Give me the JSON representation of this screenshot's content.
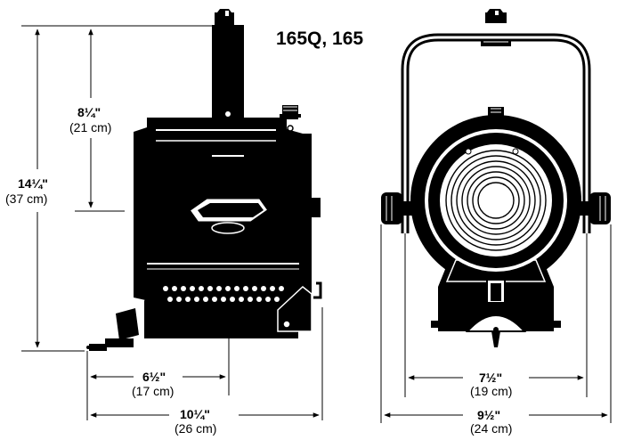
{
  "title": "165Q, 165",
  "dimensions": {
    "upper_height": {
      "imperial": "8¼\"",
      "metric": "(21 cm)"
    },
    "total_height": {
      "imperial": "14¼\"",
      "metric": "(37 cm)"
    },
    "side_half_depth": {
      "imperial": "6½\"",
      "metric": "(17 cm)"
    },
    "side_total_depth": {
      "imperial": "10¼\"",
      "metric": "(26 cm)"
    },
    "front_inner_width": {
      "imperial": "7½\"",
      "metric": "(19 cm)"
    },
    "front_total_width": {
      "imperial": "9½\"",
      "metric": "(24 cm)"
    }
  },
  "colors": {
    "ink": "#000000",
    "paper": "#ffffff"
  }
}
